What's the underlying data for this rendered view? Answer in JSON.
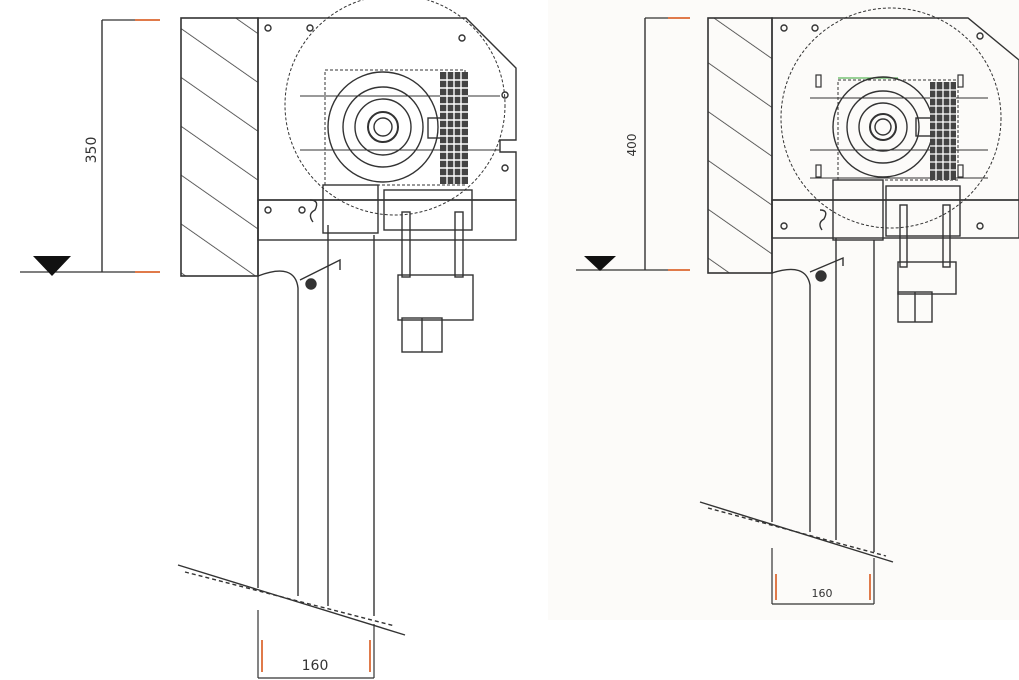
{
  "drawings": {
    "left": {
      "height_dimension": "350",
      "width_dimension": "160"
    },
    "right": {
      "height_dimension": "400",
      "width_dimension": "160"
    }
  },
  "colors": {
    "line": "#2b2b2b",
    "dimension_tick": "#e07a4a",
    "green_guide": "#5cb85c",
    "background_right": "#fcfbf9"
  }
}
